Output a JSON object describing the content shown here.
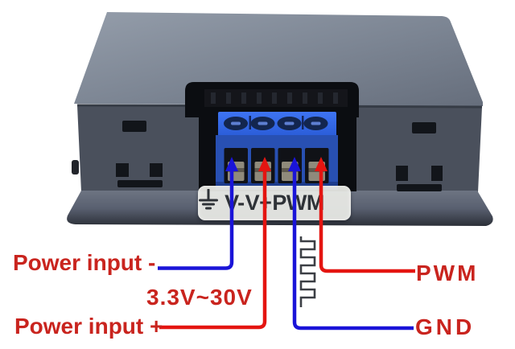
{
  "annotations": {
    "power_minus": "Power input -",
    "voltage_range": "3.3V~30V",
    "power_plus": "Power input +",
    "pwm": "PWM",
    "gnd": "GND"
  },
  "terminal_label": {
    "v_minus": "V-",
    "v_plus": "V+",
    "ground_icon": "earth-ground-icon",
    "pwm": "PWM"
  },
  "icons": {
    "ground": "earth-ground-icon",
    "square_wave": "square-wave-icon",
    "arrows": [
      "blue-arrow-up-icon",
      "red-arrow-up-icon",
      "blue-arrow-up-icon",
      "red-arrow-up-icon"
    ]
  },
  "colors": {
    "annotation_red": "#c9241e",
    "wire_red": "#e41511",
    "wire_blue": "#1a14d8",
    "terminal_block_blue": "#2e63e3",
    "case_gray": "#4a505c"
  }
}
